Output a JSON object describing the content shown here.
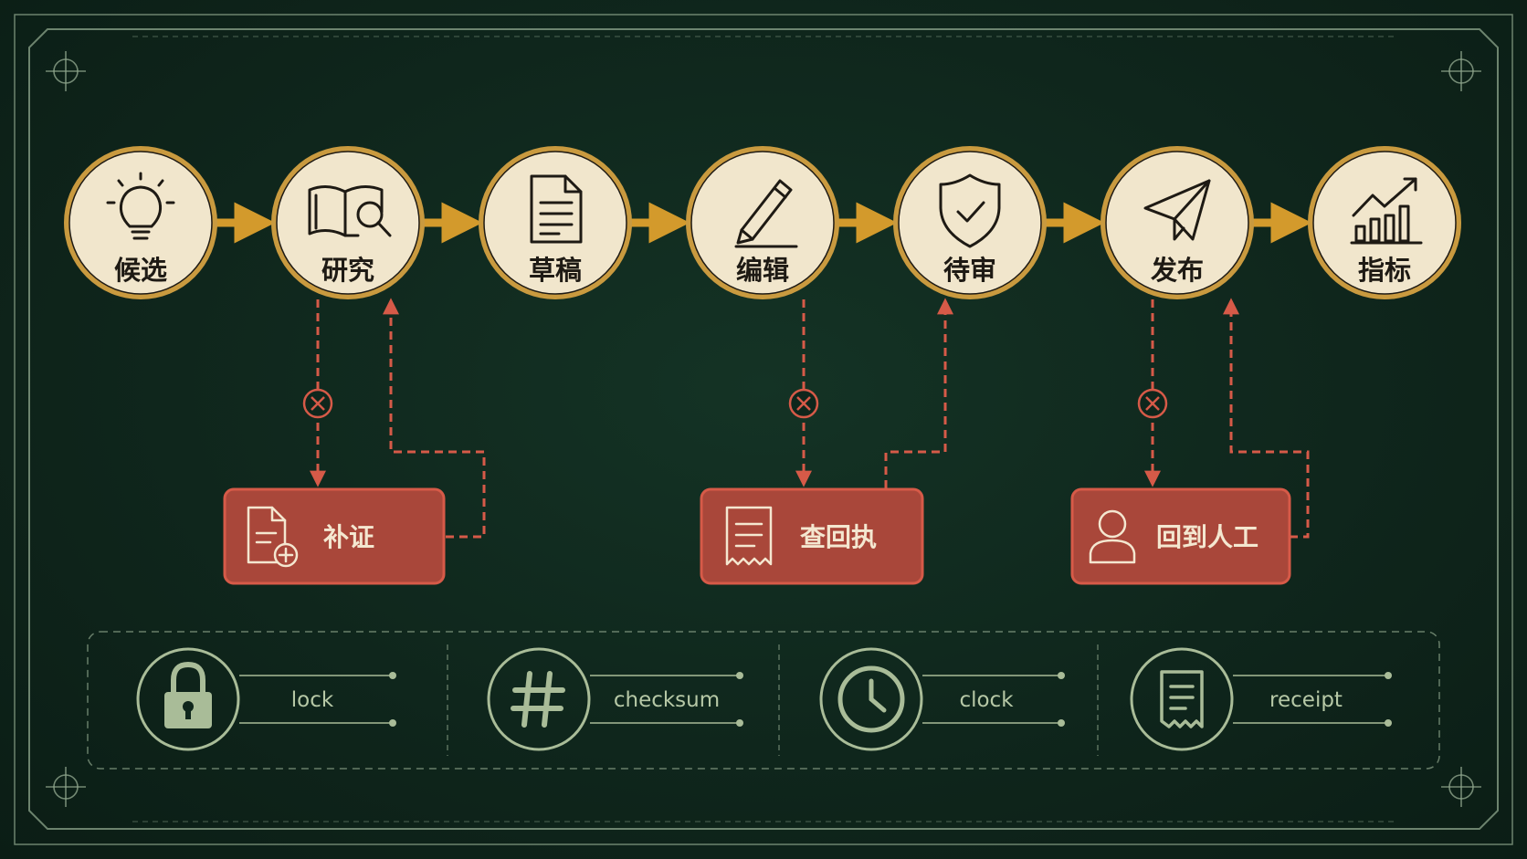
{
  "stages": [
    {
      "id": "candidate",
      "label": "候选",
      "icon": "lightbulb-icon"
    },
    {
      "id": "research",
      "label": "研究",
      "icon": "book-search-icon"
    },
    {
      "id": "draft",
      "label": "草稿",
      "icon": "document-icon"
    },
    {
      "id": "edit",
      "label": "编辑",
      "icon": "pencil-icon"
    },
    {
      "id": "review",
      "label": "待审",
      "icon": "shield-check-icon"
    },
    {
      "id": "publish",
      "label": "发布",
      "icon": "paper-plane-icon"
    },
    {
      "id": "metrics",
      "label": "指标",
      "icon": "growth-chart-icon"
    }
  ],
  "fallbacks": [
    {
      "id": "supplement-evidence",
      "label": "补证",
      "icon": "document-add-icon",
      "from_stage": "research",
      "return_stage": "research"
    },
    {
      "id": "check-receipt",
      "label": "查回执",
      "icon": "receipt-icon",
      "from_stage": "edit",
      "return_stage": "review"
    },
    {
      "id": "back-to-human",
      "label": "回到人工",
      "icon": "person-icon",
      "from_stage": "publish",
      "return_stage": "publish"
    }
  ],
  "legend": [
    {
      "id": "lock",
      "label": "lock",
      "icon": "padlock-icon"
    },
    {
      "id": "checksum",
      "label": "checksum",
      "icon": "hash-icon"
    },
    {
      "id": "clock",
      "label": "clock",
      "icon": "clock-icon"
    },
    {
      "id": "receipt",
      "label": "receipt",
      "icon": "receipt-icon"
    }
  ],
  "colors": {
    "background": "#0f261c",
    "frame_line": "#8ea58c",
    "node_fill": "#f1e6cc",
    "node_ring": "#c99a3f",
    "flow_arrow": "#d39a2c",
    "fallback_fill": "#a9473a",
    "fallback_line": "#d65a48",
    "legend_line": "#a9bc98"
  }
}
